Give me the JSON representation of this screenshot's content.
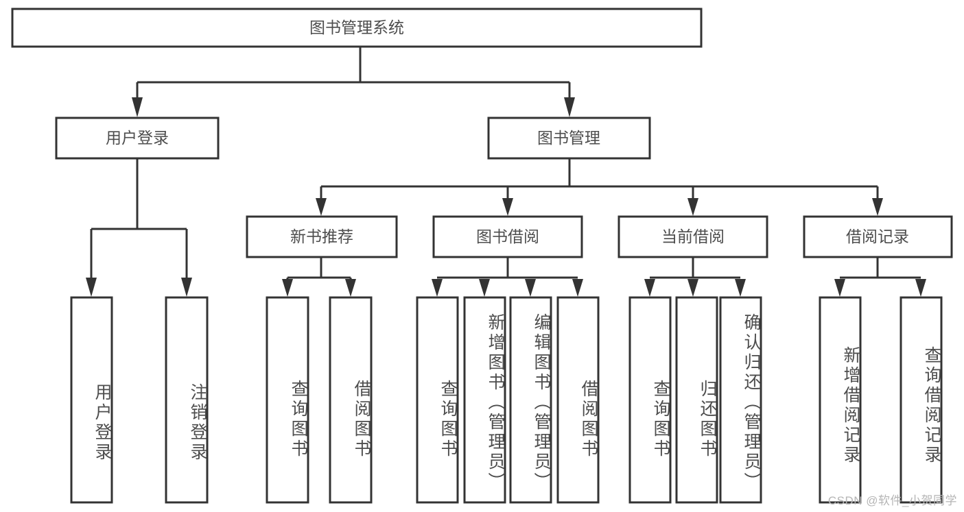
{
  "diagram": {
    "title": "图书管理系统",
    "type": "hierarchy-tree",
    "orientation": "top-down",
    "colors": {
      "box_stroke": "#333333",
      "box_fill": "#ffffff",
      "text": "#4d4d4d",
      "connector": "#333333",
      "watermark": "#b5b5b5",
      "background": "#ffffff"
    },
    "root": {
      "label": "图书管理系统"
    },
    "level2": [
      {
        "label": "用户登录"
      },
      {
        "label": "图书管理"
      }
    ],
    "level3": [
      {
        "label": "新书推荐"
      },
      {
        "label": "图书借阅"
      },
      {
        "label": "当前借阅"
      },
      {
        "label": "借阅记录"
      }
    ],
    "leaves": {
      "user_login": [
        {
          "label": "用户登录"
        },
        {
          "label": "注销登录"
        }
      ],
      "new_book_recommend": [
        {
          "label": "查询图书"
        },
        {
          "label": "借阅图书"
        }
      ],
      "book_borrow": [
        {
          "label": "查询图书"
        },
        {
          "label": "新增图书（管理员）"
        },
        {
          "label": "编辑图书（管理员）"
        },
        {
          "label": "借阅图书"
        }
      ],
      "current_borrow": [
        {
          "label": "查询图书"
        },
        {
          "label": "归还图书"
        },
        {
          "label": "确认归还（管理员）"
        }
      ],
      "borrow_record": [
        {
          "label": "新增借阅记录"
        },
        {
          "label": "查询借阅记录"
        }
      ]
    }
  },
  "watermark": {
    "text": "CSDN @软件_小贺同学"
  }
}
